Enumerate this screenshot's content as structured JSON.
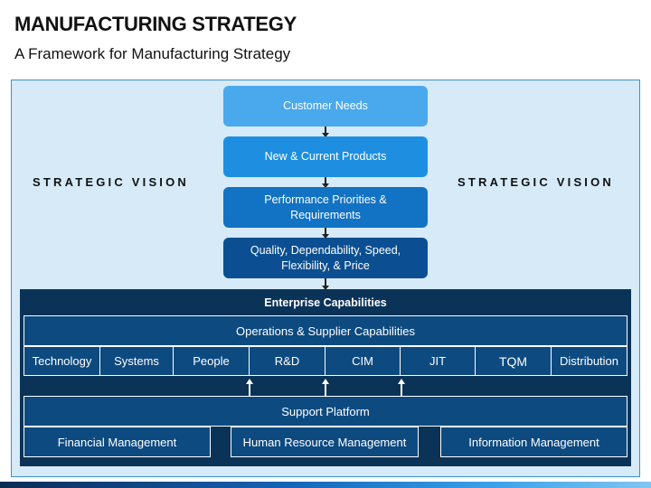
{
  "header": {
    "title": "MANUFACTURING STRATEGY",
    "subtitle": "A Framework for Manufacturing Strategy"
  },
  "vision": {
    "left": "STRATEGIC VISION",
    "right": "STRATEGIC VISION"
  },
  "flow": [
    "Customer Needs",
    "New & Current Products",
    "Performance Priorities & Requirements",
    "Quality, Dependability, Speed, Flexibility, & Price"
  ],
  "enterprise": {
    "title": "Enterprise Capabilities",
    "operations": "Operations & Supplier Capabilities",
    "capabilities": [
      "Technology",
      "Systems",
      "People",
      "R&D",
      "CIM",
      "JIT",
      "TQM",
      "Distribution"
    ],
    "support": "Support Platform",
    "support_items": [
      "Financial Management",
      "Human Resource Management",
      "Information Management"
    ]
  },
  "colors": {
    "flow": [
      "#4aa8ec",
      "#1e8fe0",
      "#1272c3",
      "#0b4f92"
    ],
    "enterprise_bg": "#0b3358",
    "panel_bg": "#d6eaf8"
  }
}
